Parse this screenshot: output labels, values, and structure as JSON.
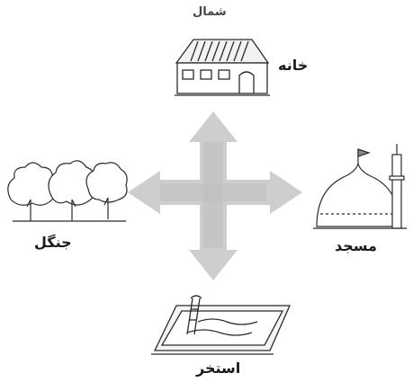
{
  "direction_label": "شمال",
  "places": {
    "north": "خانه",
    "west": "جنگل",
    "east": "مسجد",
    "south": "استخر"
  },
  "icons": [
    "house-icon",
    "forest-icon",
    "mosque-icon",
    "pool-icon",
    "compass-arrows-icon"
  ],
  "colors": {
    "arrow": "#c8c8c8",
    "arrow_dark": "#b0b0b0",
    "line": "#2b2b2b"
  }
}
